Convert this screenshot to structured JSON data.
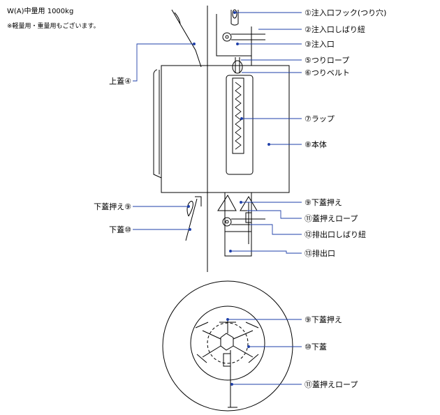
{
  "header": {
    "title": "W(A)中量用 1000kg",
    "note": "※軽量用・重量用もございます。"
  },
  "side_view": {
    "labels_right": [
      "①注入口フック(つり穴)",
      "②注入口しばり紐",
      "③注入口",
      "⑤つりロープ",
      "⑥つりベルト",
      "⑦ラップ",
      "⑧本体",
      "⑨下蓋押え",
      "⑪蓋押えロープ",
      "⑫排出口しばり紐",
      "⑬排出口"
    ],
    "labels_left": [
      "上蓋④",
      "下蓋押え⑨",
      "下蓋⑩"
    ]
  },
  "bottom_view": {
    "labels": [
      "⑨下蓋押え",
      "⑩下蓋",
      "⑪蓋押えロープ"
    ]
  },
  "colors": {
    "leader": "#1e3fa8",
    "line": "#000000"
  }
}
